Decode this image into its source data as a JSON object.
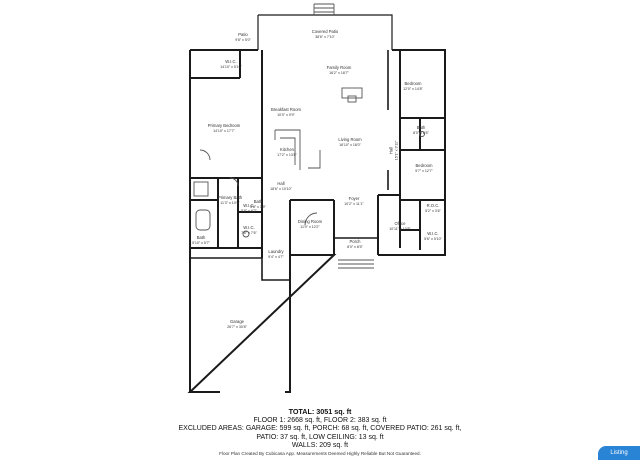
{
  "rooms": [
    {
      "id": "covered-patio",
      "name": "Covered Patio",
      "dims": "38'6\" x 7'10\""
    },
    {
      "id": "patio",
      "name": "Patio",
      "dims": "9'8\" x 5'0\""
    },
    {
      "id": "wic-1",
      "name": "W.I.C.",
      "dims": "14'10\" x 5'10\""
    },
    {
      "id": "family-room",
      "name": "Family Room",
      "dims": "16'2\" x 18'7\""
    },
    {
      "id": "bedroom-1",
      "name": "Bedroom",
      "dims": "12'0\" x 14'8\""
    },
    {
      "id": "breakfast-room",
      "name": "Breakfast Room",
      "dims": "10'0\" x 9'9\""
    },
    {
      "id": "primary-bedroom",
      "name": "Primary Bedroom",
      "dims": "14'10\" x 17'7\""
    },
    {
      "id": "living-room",
      "name": "Living Room",
      "dims": "16'10\" x 18'0\""
    },
    {
      "id": "bath-1",
      "name": "Bath",
      "dims": "8'0\" x 8'6\""
    },
    {
      "id": "kitchen",
      "name": "Kitchen",
      "dims": "17'2\" x 13'8\""
    },
    {
      "id": "hall-1",
      "name": "Hall",
      "dims": "15'1\" x 3'11\""
    },
    {
      "id": "bedroom-2",
      "name": "Bedroom",
      "dims": "9'7\" x 12'7\""
    },
    {
      "id": "hall-2",
      "name": "Hall",
      "dims": "18'6\" x 10'10\""
    },
    {
      "id": "foyer",
      "name": "Foyer",
      "dims": "10'2\" x 11'1\""
    },
    {
      "id": "roc",
      "name": "R.O.C.",
      "dims": "5'2\" x 3'6\""
    },
    {
      "id": "primary-bath",
      "name": "Primary Bath",
      "dims": "11'3\" x 10'9\""
    },
    {
      "id": "bath-2",
      "name": "Bath",
      "dims": "5'6\" x 3'9\""
    },
    {
      "id": "dining-room",
      "name": "Dining Room",
      "dims": "11'9\" x 12'2\""
    },
    {
      "id": "office",
      "name": "Office",
      "dims": "10'11\" x 10'8\""
    },
    {
      "id": "wic-2",
      "name": "W.I.C.",
      "dims": "5'6\" x 5'10\""
    },
    {
      "id": "bath-3",
      "name": "Bath",
      "dims": "5'10\" x 5'7\""
    },
    {
      "id": "porch",
      "name": "Porch",
      "dims": "8'0\" x 8'5\""
    },
    {
      "id": "wic-3",
      "name": "W.I.C.",
      "dims": "7'6\" x 7'6\""
    },
    {
      "id": "wic-4",
      "name": "W.I.C.",
      "dims": "5'8\" x 8'2\""
    },
    {
      "id": "laundry",
      "name": "Laundry",
      "dims": "9'4\" x 4'7\""
    },
    {
      "id": "garage",
      "name": "Garage",
      "dims": "26'7\" x 30'8\""
    }
  ],
  "summary": {
    "total": "TOTAL: 3051 sq. ft",
    "floors": "FLOOR 1: 2668 sq. ft, FLOOR 2: 383 sq. ft",
    "excluded": "EXCLUDED AREAS: GARAGE: 599 sq. ft, PORCH: 68 sq. ft, COVERED PATIO: 261 sq. ft,",
    "patio": "PATIO: 37 sq. ft, LOW CEILING: 13 sq. ft",
    "walls": "WALLS: 209 sq. ft"
  },
  "footer": "Floor Plan Created By Cubicasa App. Measurements Deemed Highly Reliable But Not Guaranteed.",
  "badge": "Listing",
  "colors": {
    "wall": "#1a1a1a",
    "thin": "#555555",
    "badge": "#2a84d6"
  }
}
